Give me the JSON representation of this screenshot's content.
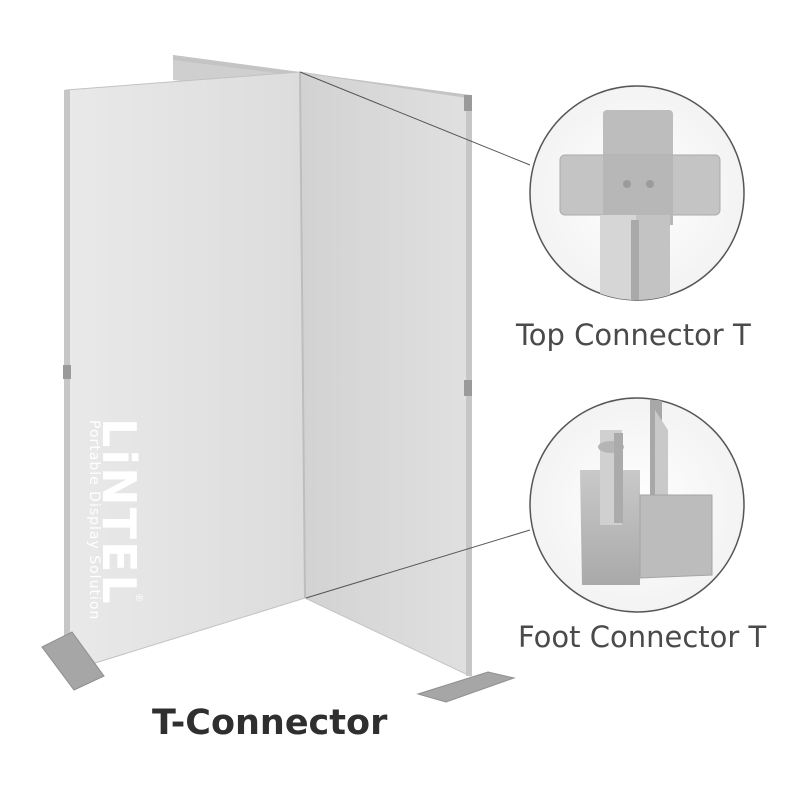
{
  "title": "T-Connector",
  "details": [
    {
      "label": "Top Connector T"
    },
    {
      "label": "Foot Connector T"
    }
  ],
  "brand": {
    "name": "LiNTEL",
    "registered": "®",
    "tagline": "Portable Display Solution"
  },
  "colors": {
    "panel_front": "#dddddd",
    "panel_side": "#d6d6d6",
    "frame": "#c8c8c8",
    "circle_border": "#555555",
    "metal": "#b9b9b9",
    "text": "#4a4a4a"
  }
}
